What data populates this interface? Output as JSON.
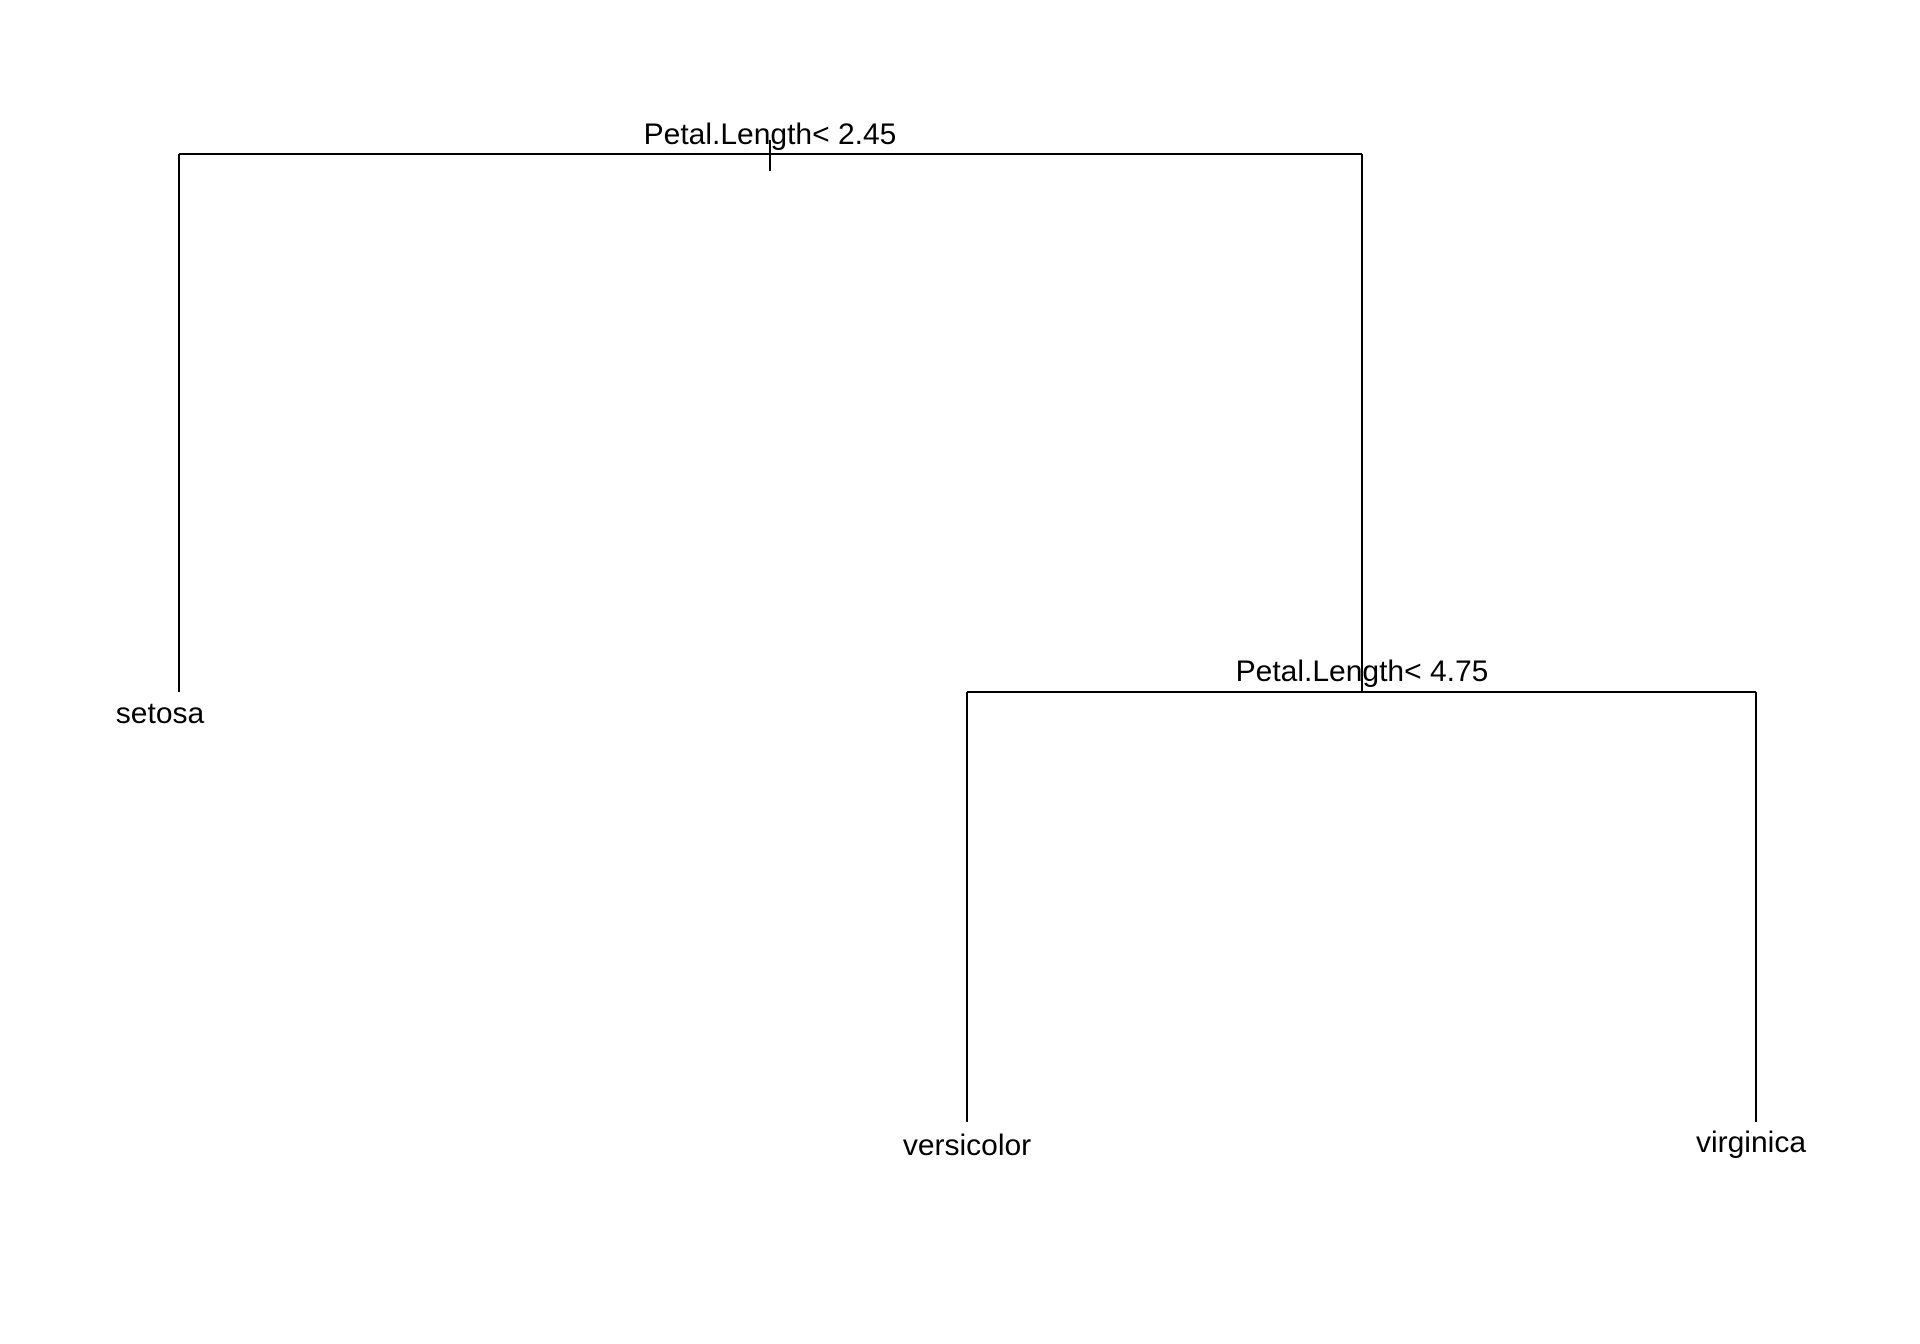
{
  "tree": {
    "root_split": {
      "label": "Petal.Length< 2.45"
    },
    "inner_split": {
      "label": "Petal.Length< 4.75"
    },
    "leaves": {
      "setosa": {
        "label": "setosa"
      },
      "versicolor": {
        "label": "versicolor"
      },
      "virginica": {
        "label": "virginica"
      }
    }
  }
}
